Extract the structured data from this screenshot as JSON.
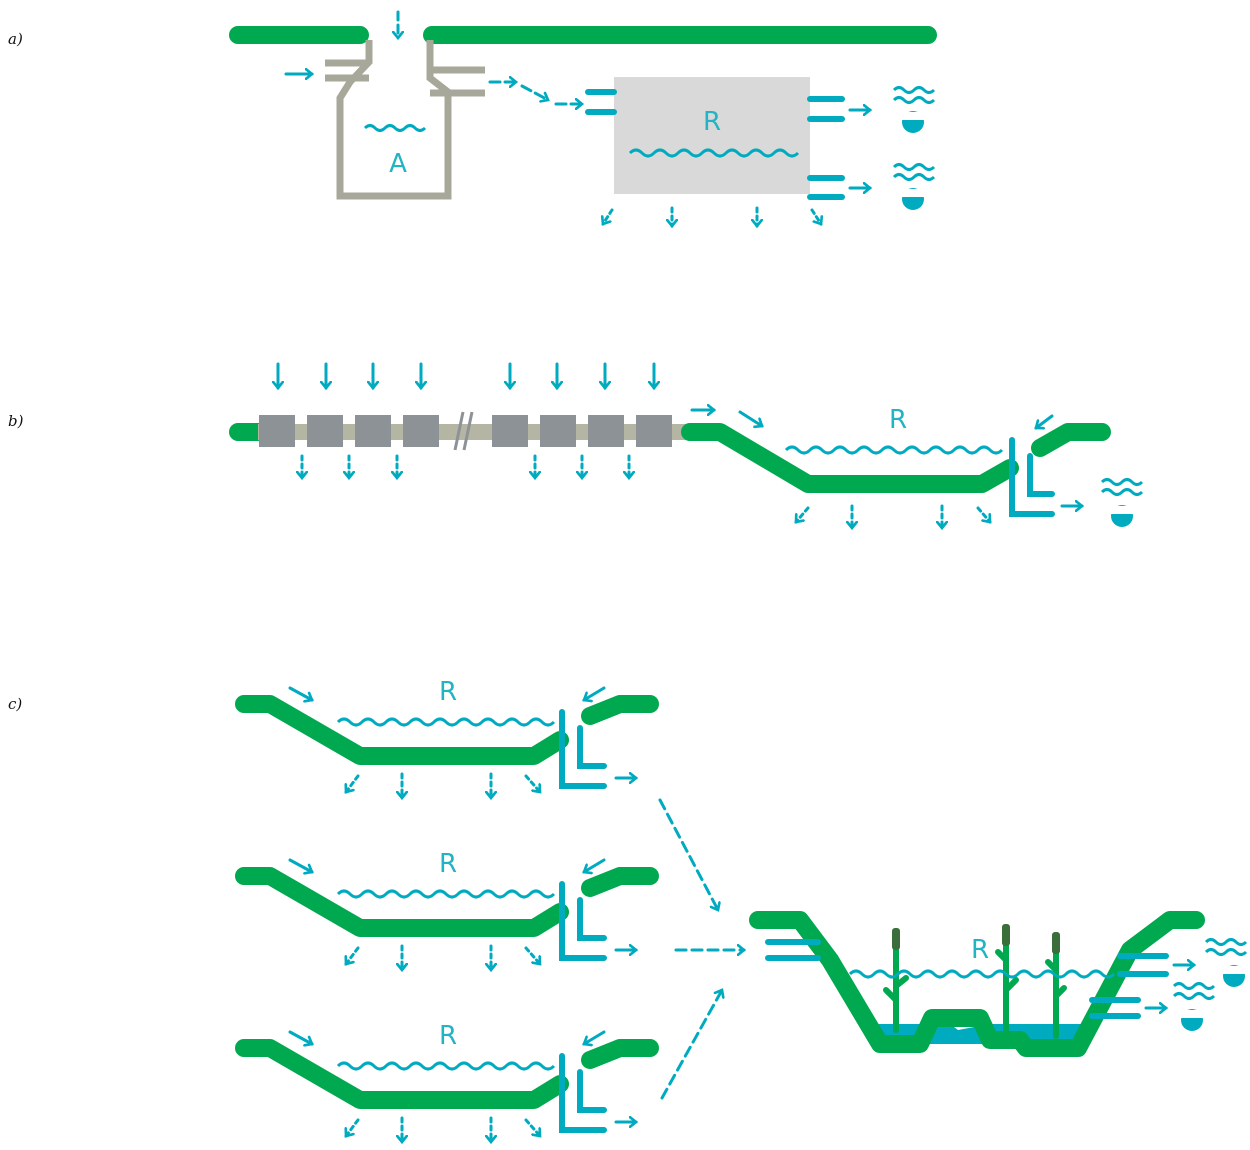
{
  "panels": {
    "a": {
      "label": "a)",
      "chamber_label": "A",
      "reservoir_label": "R"
    },
    "b": {
      "label": "b)",
      "reservoir_label": "R"
    },
    "c": {
      "label": "c)",
      "basin_labels": [
        "R",
        "R",
        "R"
      ],
      "wetland_label": "R"
    }
  },
  "colors": {
    "ground": "#00a84f",
    "water": "#00aabf",
    "gray_chamber": "#a8a89a",
    "gray_box": "#d9d9d9",
    "paver": "#8c9295",
    "reed": "#3c6e3c"
  },
  "icons": [
    "downward-arrow-icon",
    "flow-arrow-icon",
    "infiltration-arrow-icon",
    "wave-icon",
    "water-body-icon"
  ]
}
